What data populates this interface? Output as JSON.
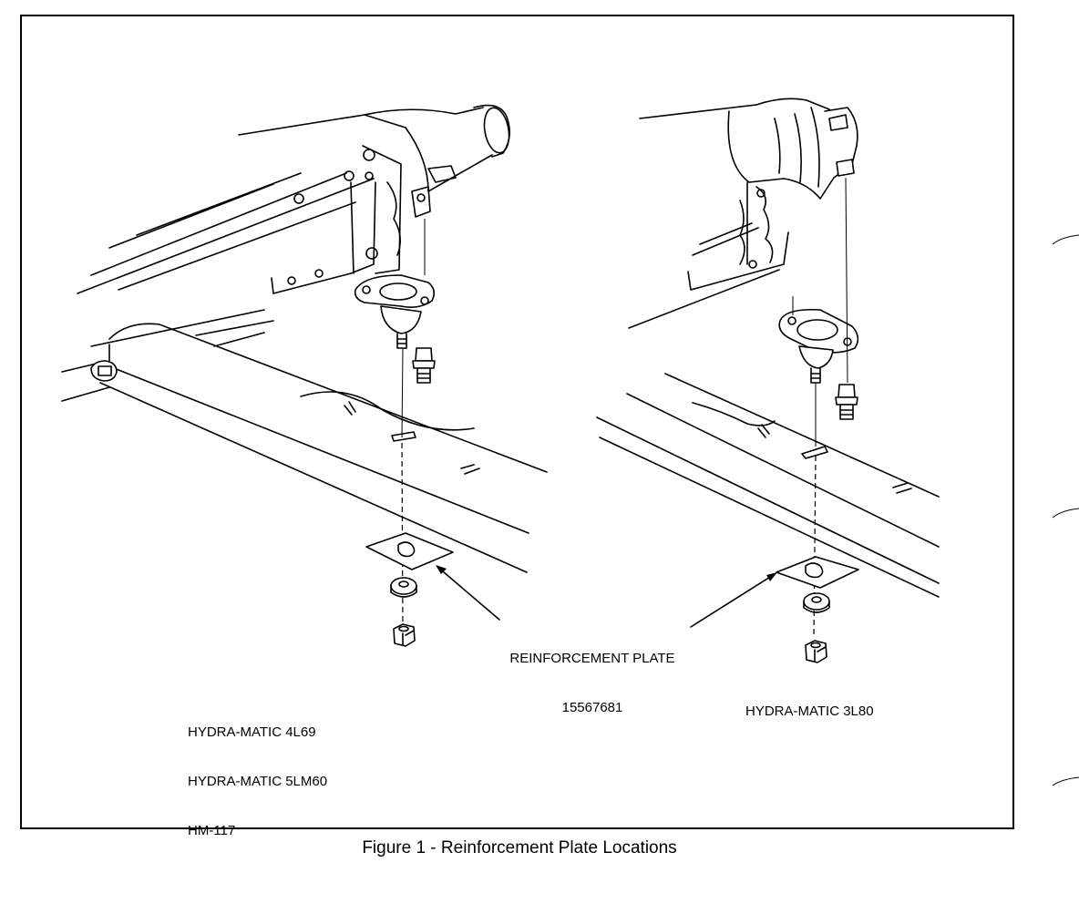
{
  "labels": {
    "reinforcement_plate": "REINFORCEMENT PLATE",
    "part_number": "15567681",
    "left_models": [
      "HYDRA-MATIC 4L69",
      "HYDRA-MATIC 5LM60",
      "HM-117"
    ],
    "right_model": "HYDRA-MATIC 3L80"
  },
  "caption": "Figure 1 - Reinforcement Plate Locations"
}
